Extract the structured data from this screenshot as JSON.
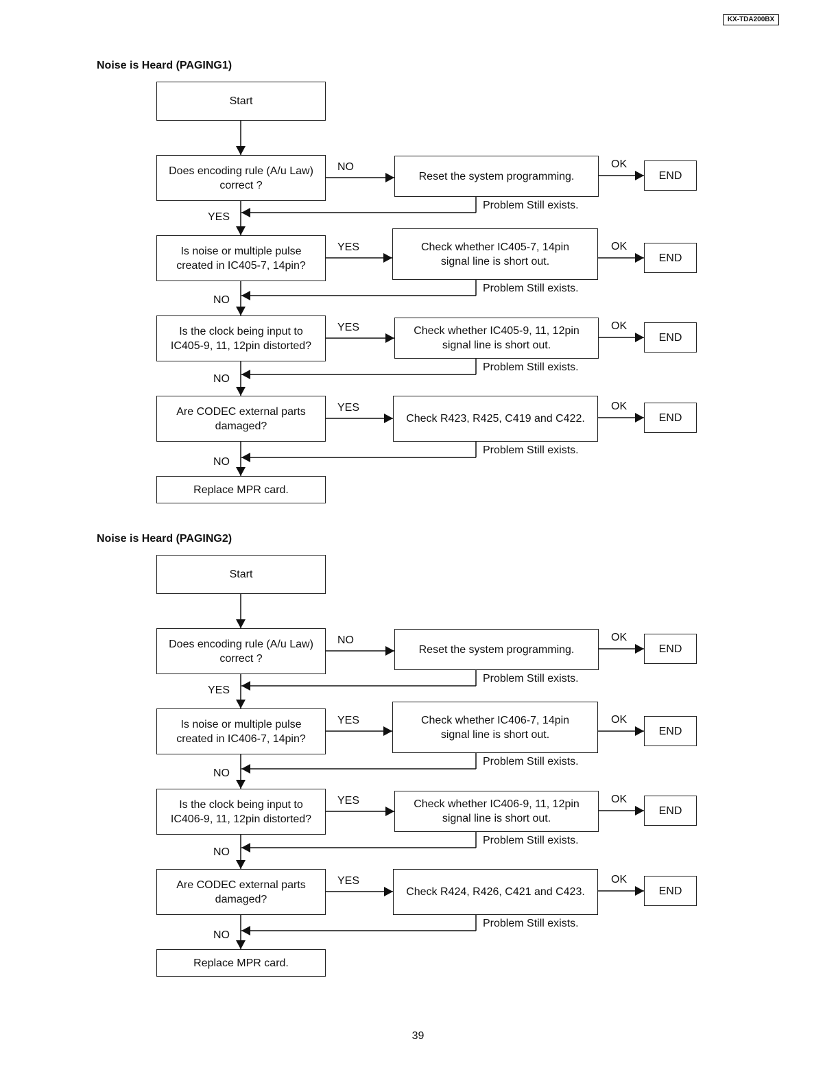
{
  "header": {
    "model": "KX-TDA200BX"
  },
  "page_number": "39",
  "flowcharts": [
    {
      "title": "Noise is Heard (PAGING1)",
      "start": "Start",
      "steps": [
        {
          "question": "Does encoding rule (A/u Law)\ncorrect ?",
          "branch_label": "NO",
          "action": "Reset the system programming.",
          "ok_label": "OK",
          "end": "END",
          "fail_label": "Problem Still exists.",
          "down_label": "YES"
        },
        {
          "question": "Is noise or multiple pulse\ncreated in IC405-7, 14pin?",
          "branch_label": "YES",
          "action": "Check whether IC405-7, 14pin\nsignal line is short out.",
          "ok_label": "OK",
          "end": "END",
          "fail_label": "Problem Still exists.",
          "down_label": "NO"
        },
        {
          "question": "Is the clock being input to\nIC405-9, 11, 12pin distorted?",
          "branch_label": "YES",
          "action": "Check whether IC405-9, 11, 12pin\nsignal line is short out.",
          "ok_label": "OK",
          "end": "END",
          "fail_label": "Problem Still exists.",
          "down_label": "NO"
        },
        {
          "question": "Are CODEC external parts\ndamaged?",
          "branch_label": "YES",
          "action": "Check R423, R425, C419 and C422.",
          "ok_label": "OK",
          "end": "END",
          "fail_label": "Problem Still exists.",
          "down_label": "NO"
        }
      ],
      "final": "Replace MPR card."
    },
    {
      "title": "Noise is Heard (PAGING2)",
      "start": "Start",
      "steps": [
        {
          "question": "Does encoding rule (A/u Law)\ncorrect ?",
          "branch_label": "NO",
          "action": "Reset the system programming.",
          "ok_label": "OK",
          "end": "END",
          "fail_label": "Problem Still exists.",
          "down_label": "YES"
        },
        {
          "question": "Is noise or multiple pulse\ncreated in IC406-7, 14pin?",
          "branch_label": "YES",
          "action": "Check whether IC406-7, 14pin\nsignal line is short out.",
          "ok_label": "OK",
          "end": "END",
          "fail_label": "Problem Still exists.",
          "down_label": "NO"
        },
        {
          "question": "Is the clock being input to\nIC406-9, 11, 12pin distorted?",
          "branch_label": "YES",
          "action": "Check whether IC406-9, 11, 12pin\nsignal line is short out.",
          "ok_label": "OK",
          "end": "END",
          "fail_label": "Problem Still exists.",
          "down_label": "NO"
        },
        {
          "question": "Are CODEC external parts\ndamaged?",
          "branch_label": "YES",
          "action": "Check R424, R426, C421 and C423.",
          "ok_label": "OK",
          "end": "END",
          "fail_label": "Problem Still exists.",
          "down_label": "NO"
        }
      ],
      "final": "Replace MPR card."
    }
  ]
}
